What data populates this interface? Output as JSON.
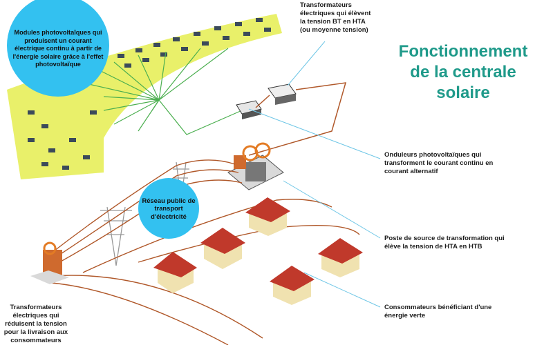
{
  "title": {
    "line1": "Fonctionnement",
    "line2": "de la centrale",
    "line3": "solaire"
  },
  "labels": {
    "modules": "Modules photovoltaïques qui produisent un courant électrique continu à partir de l'énergie solaire grâce à l'effet photovoltaïque",
    "transfo_up": "Transformateurs électriques qui élèvent la tension BT en HTA (ou moyenne tension)",
    "onduleurs": "Onduleurs photovoltaïques qui transforment le courant continu en courant alternatif",
    "reseau": "Réseau public de transport d'électricité",
    "poste": "Poste de source de transformation qui élève la tension de HTA en HTB",
    "transfo_down": "Transformateurs électriques qui réduisent la tension pour la livraison aux consommateurs",
    "consommateurs": "Consommateurs bénéficiant d'une énergie verte"
  },
  "colors": {
    "accent": "#1f9a8a",
    "bubble": "#33c1f0",
    "field": "#e9f06a",
    "cable": "#b0582a",
    "roof": "#c0392b"
  }
}
